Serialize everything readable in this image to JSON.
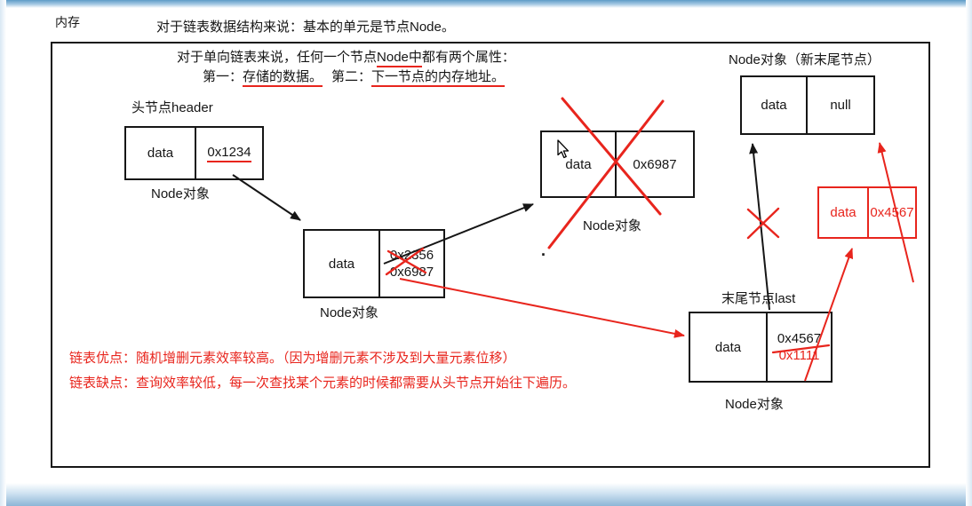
{
  "colors": {
    "annotation_red": "#e8251d",
    "line_black": "#161616"
  },
  "header": {
    "memory_label": "内存",
    "intro_line1": "对于链表数据结构来说：基本的单元是节点Node。",
    "intro_line2_pre": "对于单向链表来说，任何一个节点",
    "intro_line2_underlined": "Node中",
    "intro_line2_post": "都有两个属性：",
    "intro_line3_label1": "第一：",
    "intro_line3_underlined1": "存储的数据。",
    "intro_line3_label2": "第二：",
    "intro_line3_underlined2": "下一节点的内存地址。"
  },
  "nodes": {
    "head": {
      "title": "头节点header",
      "data_cell": "data",
      "address_cell": "0x1234",
      "caption": "Node对象"
    },
    "middle": {
      "data_cell": "data",
      "address_old": "0x2356",
      "address_new": "0x6987",
      "caption": "Node对象"
    },
    "deleted": {
      "data_cell": "data",
      "address_cell": "0x6987",
      "caption": "Node对象"
    },
    "last": {
      "title": "末尾节点last",
      "data_cell": "data",
      "address_old": "0x4567",
      "address_new": "0x1111",
      "caption": "Node对象"
    },
    "new_tail": {
      "title": "Node对象（新末尾节点）",
      "data_cell": "data",
      "address_cell": "null"
    },
    "new_node_red": {
      "data_cell": "data",
      "address_cell": "0x4567"
    }
  },
  "notes": {
    "pros": "链表优点：随机增删元素效率较高。（因为增删元素不涉及到大量元素位移）",
    "cons": "链表缺点：查询效率较低，每一次查找某个元素的时候都需要从头节点开始往下遍历。"
  },
  "stray_dot": "."
}
